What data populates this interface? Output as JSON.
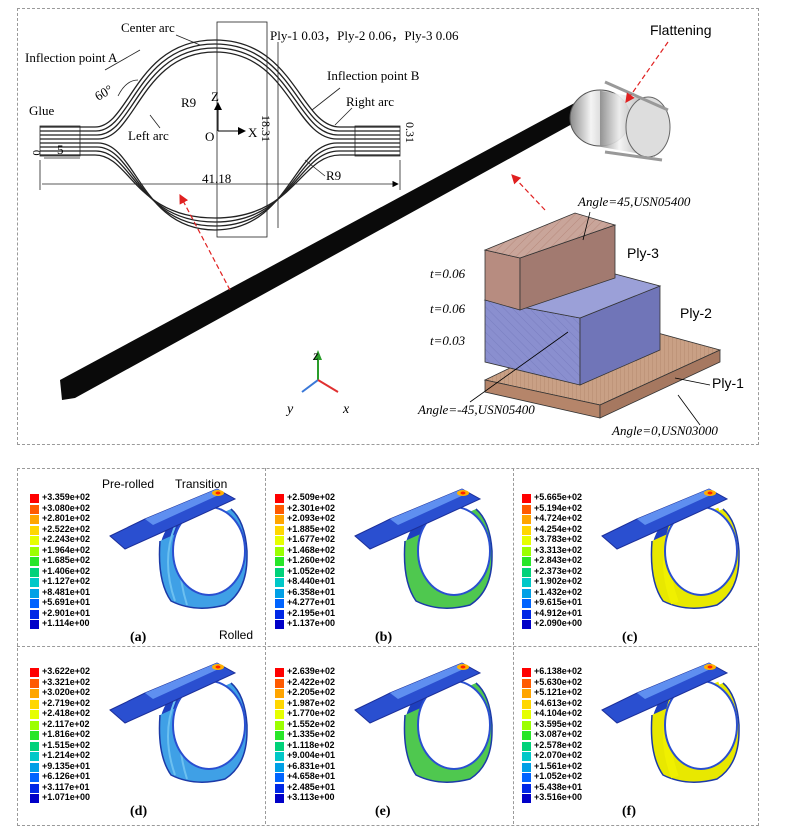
{
  "top": {
    "cross_section": {
      "center_arc": "Center arc",
      "inflection_a": "Inflection point A",
      "inflection_b": "Inflection point B",
      "ply_thickness": "Ply-1 0.03，Ply-2 0.06，Ply-3 0.06",
      "angle": "60°",
      "r9_top": "R9",
      "r9_bottom": "R9",
      "left_arc": "Left arc",
      "right_arc": "Right arc",
      "glue": "Glue",
      "axis_z": "Z",
      "axis_o": "O",
      "axis_x": "X",
      "dim_5": "5",
      "dim_0_left": "0",
      "dim_height": "18.31",
      "dim_031": "0.31",
      "dim_width": "41.18"
    },
    "flattening": "Flattening",
    "triad": {
      "z": "z",
      "y": "y",
      "x": "x"
    },
    "plies": {
      "ply3_angle": "Angle=45,USN05400",
      "ply3": "Ply-3",
      "t3": "t=0.06",
      "ply2": "Ply-2",
      "t2": "t=0.06",
      "t1": "t=0.03",
      "ply2_angle": "Angle=-45,USN05400",
      "ply1": "Ply-1",
      "ply1_angle": "Angle=0,USN03000"
    }
  },
  "bottom": {
    "annotations": {
      "pre_rolled": "Pre-rolled",
      "transition": "Transition",
      "rolled": "Rolled"
    },
    "panels": [
      {
        "caption": "(a)",
        "legend": [
          "+3.359e+02",
          "+3.080e+02",
          "+2.801e+02",
          "+2.522e+02",
          "+2.243e+02",
          "+1.964e+02",
          "+1.685e+02",
          "+1.406e+02",
          "+1.127e+02",
          "+8.481e+01",
          "+5.691e+01",
          "+2.901e+01",
          "+1.114e+00"
        ],
        "ring": "striped"
      },
      {
        "caption": "(b)",
        "legend": [
          "+2.509e+02",
          "+2.301e+02",
          "+2.093e+02",
          "+1.885e+02",
          "+1.677e+02",
          "+1.468e+02",
          "+1.260e+02",
          "+1.052e+02",
          "+8.440e+01",
          "+6.358e+01",
          "+4.277e+01",
          "+2.195e+01",
          "+1.137e+00"
        ],
        "ring": "green"
      },
      {
        "caption": "(c)",
        "legend": [
          "+5.665e+02",
          "+5.194e+02",
          "+4.724e+02",
          "+4.254e+02",
          "+3.783e+02",
          "+3.313e+02",
          "+2.843e+02",
          "+2.373e+02",
          "+1.902e+02",
          "+1.432e+02",
          "+9.615e+01",
          "+4.912e+01",
          "+2.090e+00"
        ],
        "ring": "yellow"
      },
      {
        "caption": "(d)",
        "legend": [
          "+3.622e+02",
          "+3.321e+02",
          "+3.020e+02",
          "+2.719e+02",
          "+2.418e+02",
          "+2.117e+02",
          "+1.816e+02",
          "+1.515e+02",
          "+1.214e+02",
          "+9.135e+01",
          "+6.126e+01",
          "+3.117e+01",
          "+1.071e+00"
        ],
        "ring": "striped"
      },
      {
        "caption": "(e)",
        "legend": [
          "+2.639e+02",
          "+2.422e+02",
          "+2.205e+02",
          "+1.987e+02",
          "+1.770e+02",
          "+1.552e+02",
          "+1.335e+02",
          "+1.118e+02",
          "+9.004e+01",
          "+6.831e+01",
          "+4.658e+01",
          "+2.485e+01",
          "+3.113e+00"
        ],
        "ring": "green"
      },
      {
        "caption": "(f)",
        "legend": [
          "+6.138e+02",
          "+5.630e+02",
          "+5.121e+02",
          "+4.613e+02",
          "+4.104e+02",
          "+3.595e+02",
          "+3.087e+02",
          "+2.578e+02",
          "+2.070e+02",
          "+1.561e+02",
          "+1.052e+02",
          "+5.438e+01",
          "+3.516e+00"
        ],
        "ring": "yellow"
      }
    ],
    "legend_colors": [
      "#ff0000",
      "#ff5a00",
      "#ffa500",
      "#ffd700",
      "#e6ff00",
      "#9cff00",
      "#28e628",
      "#00d27a",
      "#00c8c8",
      "#00a0e6",
      "#0064ff",
      "#0028e6",
      "#0000c8"
    ]
  }
}
